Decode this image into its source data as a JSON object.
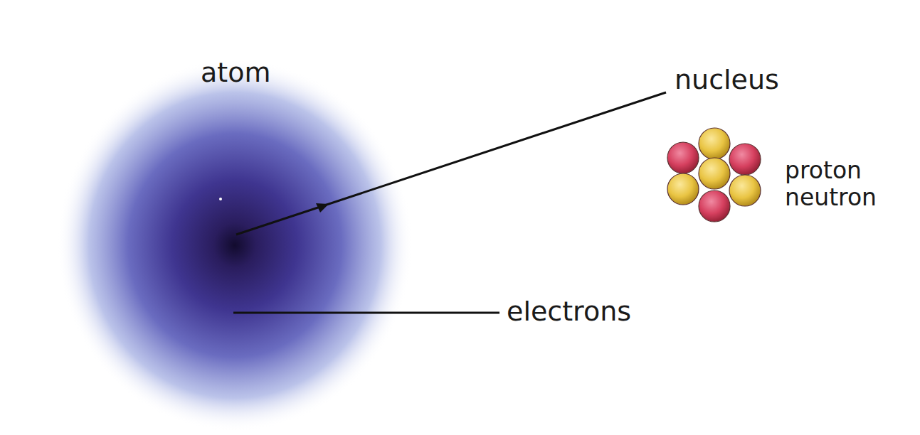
{
  "diagram": {
    "labels": [
      "atom",
      "nucleus",
      "proton",
      "neutron",
      "electrons"
    ]
  }
}
